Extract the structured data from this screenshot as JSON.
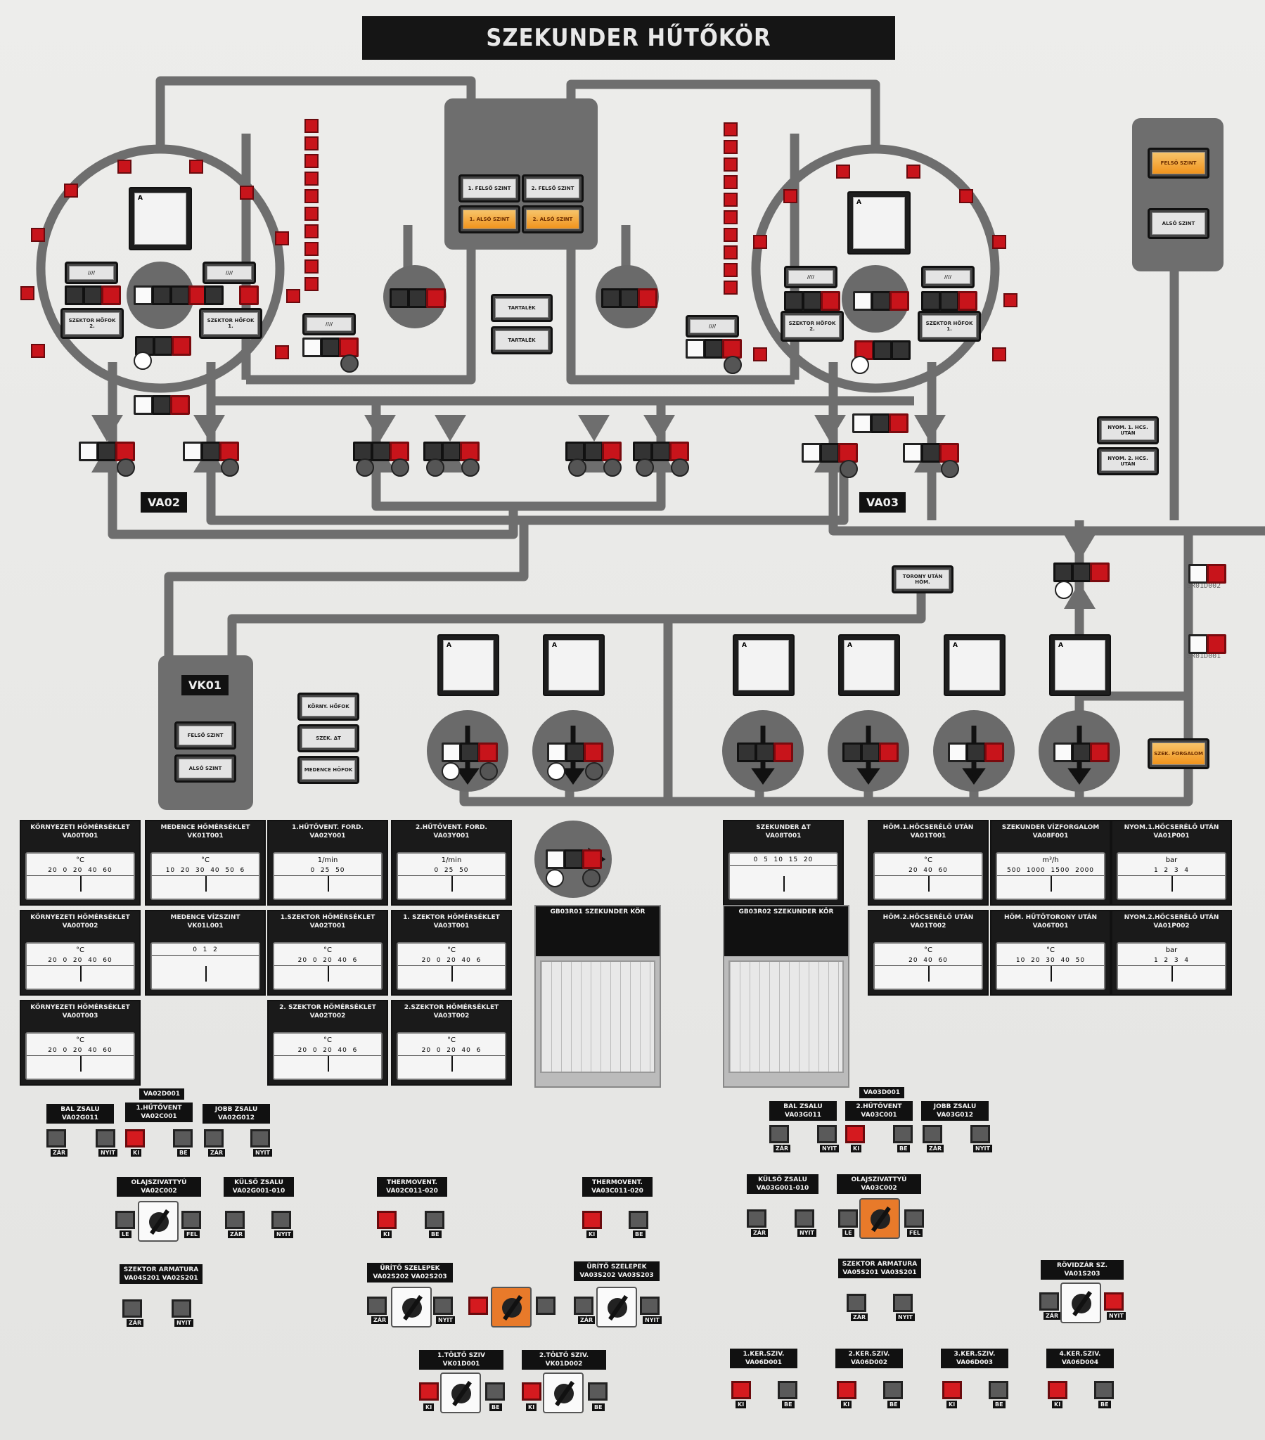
{
  "title": "SZEKUNDER HŰTŐKÖR",
  "tags": {
    "va02": "VA02",
    "va03": "VA03",
    "vk01": "VK01",
    "sr01d002": "SR01D002",
    "sr01d001": "SR01D001"
  },
  "annunciators": {
    "center_top": [
      "1. FELSŐ SZINT",
      "2. FELSŐ SZINT",
      "1. ALSÓ SZINT",
      "2. ALSÓ SZINT"
    ],
    "tartalek": [
      "TARTALÉK",
      "TARTALÉK"
    ],
    "right_top": [
      "FELSŐ SZINT",
      "ALSÓ SZINT"
    ],
    "left_sector": [
      "SZEKTOR HŐFOK 2.",
      "SZEKTOR HŐFOK 1."
    ],
    "right_sector": [
      "SZEKTOR HŐFOK 2.",
      "SZEKTOR HŐFOK 1."
    ],
    "nyom": [
      "NYOM. 1. HCS. UTÁN",
      "NYOM. 2. HCS. UTÁN"
    ],
    "torony": "TORONY UTÁN HŐM.",
    "vk01_box": [
      "FELSŐ SZINT",
      "ALSÓ SZINT"
    ],
    "mid_left": [
      "KÖRNY. HŐFOK",
      "SZEK. ΔT",
      "MEDENCE HŐFOK"
    ],
    "szek_forgalom": "SZEK. FORGALOM"
  },
  "gauges_left": [
    {
      "label": "KÖRNYEZETI HŐMÉRSÉKLET\nVA00T001",
      "unit": "°C",
      "scale": "20  0  20  40  60"
    },
    {
      "label": "MEDENCE HŐMÉRSÉKLET\nVK01T001",
      "unit": "°C",
      "scale": "10  20  30  40  50  6"
    },
    {
      "label": "1.HŰTŐVENT. FORD.\nVA02Y001",
      "unit": "1/min",
      "scale": "0  25  50"
    },
    {
      "label": "2.HŰTŐVENT. FORD.\nVA03Y001",
      "unit": "1/min",
      "scale": "0  25  50"
    },
    {
      "label": "KÖRNYEZETI HŐMÉRSÉKLET\nVA00T002",
      "unit": "°C",
      "scale": "20  0  20  40  60"
    },
    {
      "label": "MEDENCE VÍZSZINT\nVK01L001",
      "unit": "",
      "scale": "0  1  2"
    },
    {
      "label": "1.SZEKTOR HŐMÉRSÉKLET\nVA02T001",
      "unit": "°C",
      "scale": "20  0  20  40  6"
    },
    {
      "label": "1. SZEKTOR HŐMÉRSÉKLET\nVA03T001",
      "unit": "°C",
      "scale": "20  0  20  40  6"
    },
    {
      "label": "KÖRNYEZETI HŐMÉRSÉKLET\nVA00T003",
      "unit": "°C",
      "scale": "20  0  20  40  60"
    },
    {
      "label": "2. SZEKTOR HŐMÉRSÉKLET\nVA02T002",
      "unit": "°C",
      "scale": "20  0  20  40  6"
    },
    {
      "label": "2.SZEKTOR HŐMÉRSÉKLET\nVA03T002",
      "unit": "°C",
      "scale": "20  0  20  40  6"
    }
  ],
  "gauges_right": [
    {
      "label": "SZEKUNDER ΔT\nVA08T001",
      "unit": "",
      "scale": "0  5  10  15  20"
    },
    {
      "label": "HŐM.1.HŐCSERÉLŐ UTÁN\nVA01T001",
      "unit": "°C",
      "scale": "20  40  60"
    },
    {
      "label": "SZEKUNDER VÍZFORGALOM\nVA08F001",
      "unit": "m³/h",
      "scale": "500  1000  1500  2000"
    },
    {
      "label": "NYOM.1.HŐCSERÉLŐ UTÁN\nVA01P001",
      "unit": "bar",
      "scale": "1  2  3  4"
    },
    {
      "label": "HŐM.2.HŐCSERÉLŐ UTÁN\nVA01T002",
      "unit": "°C",
      "scale": "20  40  60"
    },
    {
      "label": "HŐM. HŰTŐTORONY UTÁN\nVA06T001",
      "unit": "°C",
      "scale": "10  20  30  40  50"
    },
    {
      "label": "NYOM.2.HŐCSERÉLŐ UTÁN\nVA01P002",
      "unit": "bar",
      "scale": "1  2  3  4"
    }
  ],
  "recorders": [
    {
      "label": "GB03R01   SZEKUNDER KÖR"
    },
    {
      "label": "GB03R02   SZEKUNDER KÖR"
    }
  ],
  "controls_left": {
    "va02d001": "VA02D001",
    "bal_zsalu": "BAL ZSALU\nVA02G011",
    "hutovent1": "1.HŰTŐVENT\nVA02C001",
    "jobb_zsalu": "JOBB ZSALU\nVA02G012",
    "olajszivattyu": "OLAJSZIVATTYÚ\nVA02C002",
    "kulso_zsalu": "KÜLSŐ ZSALU\nVA02G001-010",
    "thermovent": "THERMOVENT.\nVA02C011-020",
    "szektor_armatura": "SZEKTOR  ARMATURA\nVA04S201  VA02S201",
    "urito": "ÜRÍTŐ SZELEPEK\nVA02S202  VA02S203",
    "tolto1": "1.TÖLTŐ SZIV\nVK01D001",
    "tolto2": "2.TÖLTŐ SZIV.\nVK01D002"
  },
  "controls_right": {
    "va03d001": "VA03D001",
    "bal_zsalu": "BAL ZSALU\nVA03G011",
    "hutovent2": "2.HŰTŐVENT\nVA03C001",
    "jobb_zsalu": "JOBB ZSALU\nVA03G012",
    "thermovent": "THERMOVENT.\nVA03C011-020",
    "kulso_zsalu": "KÜLSŐ ZSALU\nVA03G001-010",
    "olajszivattyu": "OLAJSZIVATTYÚ\nVA03C002",
    "urito": "ÜRÍTŐ SZELEPEK\nVA03S202  VA03S203",
    "szektor_armatura": "SZEKTOR  ARMATURA\nVA05S201  VA03S201",
    "rovidzar": "RÖVIDZÁR SZ.\nVA01S203",
    "ker1": "1.KER.SZIV.\nVA06D001",
    "ker2": "2.KER.SZIV.\nVA06D002",
    "ker3": "3.KER.SZIV.\nVA06D003",
    "ker4": "4.KER.SZIV.\nVA06D004"
  },
  "button_labels": {
    "zar": "ZÁR",
    "nyit": "NYIT",
    "ki": "KI",
    "be": "BE",
    "le": "LE",
    "fel": "FEL"
  }
}
